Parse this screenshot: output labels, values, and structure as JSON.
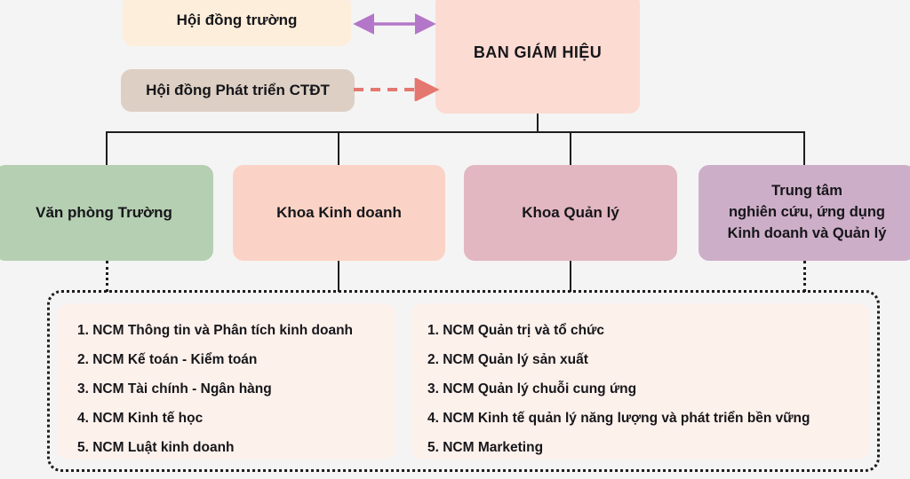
{
  "diagram": {
    "title": "So do to chuc",
    "background_color": "#f4f4f4",
    "nodes": {
      "hoi_dong_truong": {
        "label": "Hội đồng trường",
        "color": "#fdeedb"
      },
      "hoi_dong_ctdt": {
        "label": "Hội đồng Phát triển CTĐT",
        "color": "#ddcfc4"
      },
      "ban_giam_hieu": {
        "label": "BAN GIÁM HIỆU",
        "color": "#fcdbd2"
      },
      "van_phong_truong": {
        "label": "Văn phòng Trường",
        "color": "#b5cfb2"
      },
      "khoa_kinh_doanh": {
        "label": "Khoa Kinh doanh",
        "color": "#fbd3c6"
      },
      "khoa_quan_ly": {
        "label": "Khoa Quản lý",
        "color": "#e2b7c1"
      },
      "trung_tam": {
        "color": "#cdaec8",
        "line1": "Trung tâm",
        "line2": "nghiên cứu, ứng dụng",
        "line3": "Kinh doanh và Quản lý"
      }
    },
    "connectors": {
      "purple_arrow_color": "#b476c8",
      "red_dashed_arrow_color": "#e4776f",
      "line_color": "#1d1d1d"
    },
    "ncm_groups": {
      "panel_background": "#fdf1ec",
      "left": {
        "items": [
          "1. NCM Thông tin và Phân tích kinh doanh",
          "2. NCM Kế toán - Kiểm toán",
          "3. NCM Tài chính - Ngân hàng",
          "4. NCM Kinh tế học",
          "5. NCM Luật kinh doanh"
        ]
      },
      "right": {
        "items": [
          "1. NCM Quản trị và tổ chức",
          "2. NCM Quản lý sản xuất",
          "3. NCM Quản lý chuỗi cung ứng",
          "4. NCM Kinh tế quản lý năng lượng và phát triển bền vững",
          "5. NCM Marketing"
        ]
      }
    }
  }
}
